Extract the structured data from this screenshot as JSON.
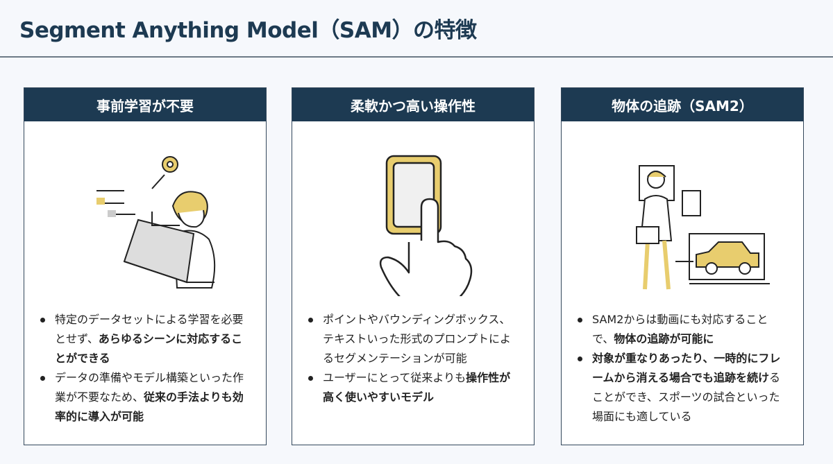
{
  "title": "Segment Anything Model（SAM）の特徴",
  "colors": {
    "header": "#1d3a52",
    "accent": "#e8cd6e",
    "background": "#f6f8fc"
  },
  "cards": [
    {
      "heading": "事前学習が不要",
      "illustration": "person-with-laptop-and-gear-icon",
      "bullets": [
        [
          {
            "t": "特定のデータセットによる学習を必要とせず、",
            "b": false
          },
          {
            "t": "あらゆるシーンに対応することができる",
            "b": true
          }
        ],
        [
          {
            "t": "データの準備やモデル構築といった作業が不要なため、",
            "b": false
          },
          {
            "t": "従来の手法よりも効率的に導入が可能",
            "b": true
          }
        ]
      ]
    },
    {
      "heading": "柔軟かつ高い操作性",
      "illustration": "hand-tapping-phone-icon",
      "bullets": [
        [
          {
            "t": "ポイントやバウンディングボックス、テキストいった形式のプロンプトによるセグメンテーションが可能",
            "b": false
          }
        ],
        [
          {
            "t": "ユーザーにとって従来よりも",
            "b": false
          },
          {
            "t": "操作性が高く使いやすいモデル",
            "b": true
          }
        ]
      ]
    },
    {
      "heading": "物体の追跡（SAM2）",
      "illustration": "person-tracking-car-icon",
      "bullets": [
        [
          {
            "t": "SAM2からは動画にも対応することで、",
            "b": false
          },
          {
            "t": "物体の追跡が可能に",
            "b": true
          }
        ],
        [
          {
            "t": "対象が重なりあったり、一時的にフレームから消える場合でも追跡を続け",
            "b": true
          },
          {
            "t": "ることができ、スポーツの試合といった場面にも適している",
            "b": false
          }
        ]
      ]
    }
  ]
}
